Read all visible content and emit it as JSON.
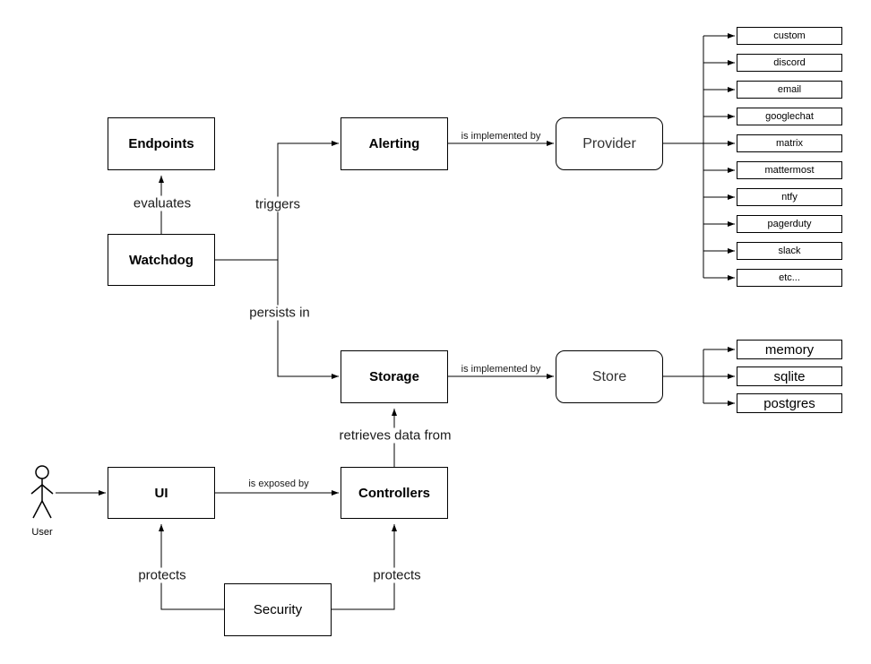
{
  "diagram": {
    "nodes": {
      "endpoints": "Endpoints",
      "watchdog": "Watchdog",
      "alerting": "Alerting",
      "storage": "Storage",
      "ui": "UI",
      "controllers": "Controllers",
      "security": "Security",
      "provider": "Provider",
      "store": "Store"
    },
    "actor": {
      "label": "User"
    },
    "edge_labels": {
      "evaluates": "evaluates",
      "triggers": "triggers",
      "persists_in": "persists in",
      "alerting_impl": "is implemented by",
      "storage_impl": "is implemented by",
      "retrieves": "retrieves data from",
      "exposed": "is exposed by",
      "protects_ui": "protects",
      "protects_controllers": "protects"
    },
    "provider_impls": [
      "custom",
      "discord",
      "email",
      "googlechat",
      "matrix",
      "mattermost",
      "ntfy",
      "pagerduty",
      "slack",
      "etc..."
    ],
    "store_impls": [
      "memory",
      "sqlite",
      "postgres"
    ]
  }
}
